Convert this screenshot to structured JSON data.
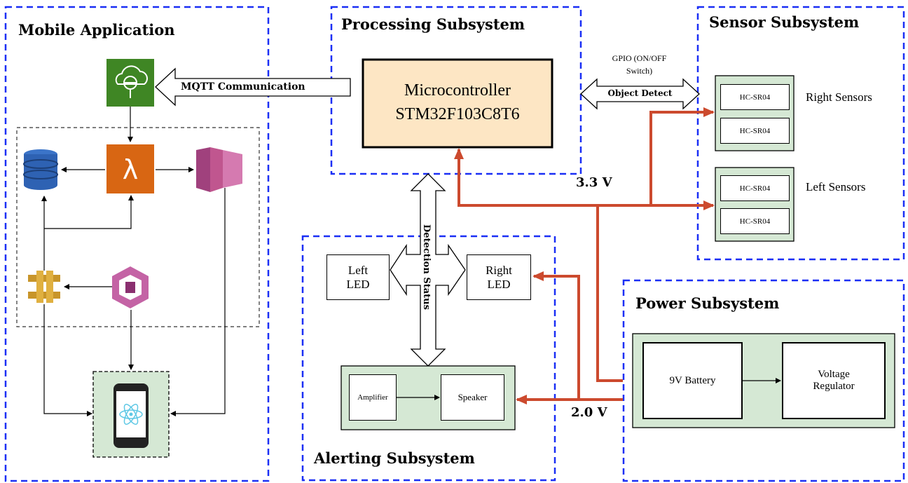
{
  "sections": {
    "mobile": "Mobile Application",
    "processing": "Processing Subsystem",
    "sensor": "Sensor Subsystem",
    "alerting": "Alerting Subsystem",
    "power": "Power Subsystem"
  },
  "mcu": {
    "line1": "Microcontroller",
    "line2": "STM32F103C8T6"
  },
  "links": {
    "mqtt": "MQTT Communication",
    "gpio_line1": "GPIO (ON/OFF",
    "gpio_line2": "Switch)",
    "object_detect": "Object Detect",
    "detection_status": "Detection Status"
  },
  "sensors": {
    "right_a": "HC-SR04",
    "right_b": "HC-SR04",
    "left_a": "HC-SR04",
    "left_b": "HC-SR04",
    "right_label": "Right Sensors",
    "left_label": "Left Sensors"
  },
  "alerting": {
    "left_led_1": "Left",
    "left_led_2": "LED",
    "right_led_1": "Right",
    "right_led_2": "LED",
    "amplifier": "Amplifier",
    "speaker": "Speaker"
  },
  "power": {
    "battery": "9V Battery",
    "regulator_1": "Voltage",
    "regulator_2": "Regulator"
  },
  "voltages": {
    "v33": "3.3 V",
    "v20": "2.0 V"
  },
  "icons": [
    "iot-core-icon",
    "lambda-icon",
    "dynamodb-icon",
    "kinesis-icon",
    "api-gateway-icon",
    "cognito-icon",
    "react-phone-icon"
  ],
  "colors": {
    "dashed_border": "#1a2ff5",
    "power_line": "#cc4a2e",
    "mcu_fill": "#fde6c4",
    "group_fill": "#d5e8d4"
  }
}
